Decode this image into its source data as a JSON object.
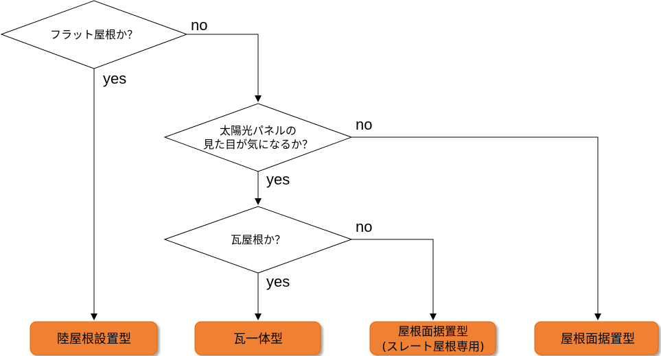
{
  "decisions": {
    "flat_roof": "フラット屋根か？",
    "solar_look_line1": "太陽光パネルの",
    "solar_look_line2": "見た目が気になるか？",
    "tile_roof": "瓦屋根か？"
  },
  "labels": {
    "yes": "yes",
    "no": "no"
  },
  "results": {
    "ground_install": "陸屋根設置型",
    "tile_integrated": "瓦一体型",
    "slate_mount_line1": "屋根面据置型",
    "slate_mount_line2": "(スレート屋根専用)",
    "roof_mount": "屋根面据置型"
  },
  "colors": {
    "result_fill": "#f08030",
    "result_stroke": "#d86a18",
    "line": "#000000"
  }
}
